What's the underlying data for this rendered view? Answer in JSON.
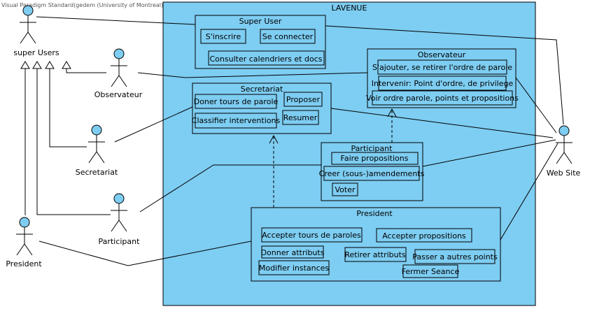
{
  "watermark": "Visual Paradigm Standard(gedem (University of Montreal))",
  "colors": {
    "fill": "#7ecdf2",
    "stroke": "#000000",
    "actor_head": "#7ecdf2"
  },
  "system": {
    "title": "LAVENUE"
  },
  "packages": {
    "super_user": {
      "title": "Super User",
      "items": [
        "S'inscrire",
        "Se connecter",
        "Consulter calendriers et docs"
      ]
    },
    "observateur": {
      "title": "Observateur",
      "items": [
        "S'ajouter, se retirer l'ordre de parole",
        "Intervenir: Point d'ordre, de privilege",
        "Voir ordre parole, points et propositions"
      ]
    },
    "secretariat": {
      "title": "Secretariat",
      "items": [
        "Doner tours de parole",
        "Proposer",
        "Classifier interventions",
        "Resumer"
      ]
    },
    "participant": {
      "title": "Participant",
      "items": [
        "Faire propositions",
        "Creer (sous-)amendements",
        "Voter"
      ]
    },
    "president": {
      "title": "President",
      "items": [
        "Accepter tours de paroles",
        "Accepter propositions",
        "Donner attributs",
        "Retirer attributs",
        "Passer a autres points",
        "Modifier instances",
        "Fermer Seance"
      ]
    }
  },
  "actors": {
    "super_users": "super Users",
    "observateur": "Observateur",
    "secretariat": "Secretariat",
    "participant": "Participant",
    "president": "President",
    "web_site": "Web Site"
  }
}
